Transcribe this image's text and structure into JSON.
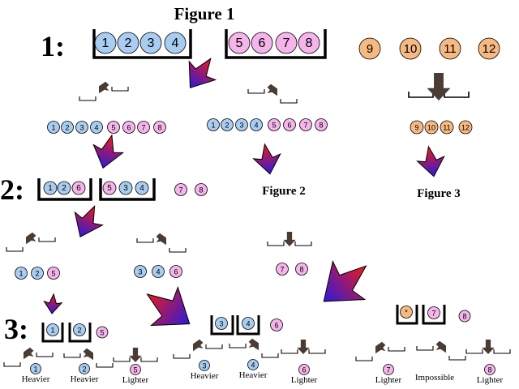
{
  "colors": {
    "blue": "#a9cdf0",
    "pink": "#f5b4ea",
    "orange": "#f7b982",
    "dark": "#4a3b33",
    "arrow_top": "#ee1a1a",
    "arrow_bottom": "#2c1adb"
  },
  "titles": {
    "fig1": "Figure 1",
    "fig2": "Figure 2",
    "fig3": "Figure 3"
  },
  "steps": {
    "s1": "1:",
    "s2": "2:",
    "s3": "3:"
  },
  "weighing1": {
    "left_pan": [
      "1",
      "2",
      "3",
      "4"
    ],
    "right_pan": [
      "5",
      "6",
      "7",
      "8"
    ],
    "off_scale": [
      "9",
      "10",
      "11",
      "12"
    ]
  },
  "row_fig1": {
    "balls": [
      "1",
      "2",
      "3",
      "4",
      "5",
      "6",
      "7",
      "8"
    ]
  },
  "row_fig2": {
    "balls": [
      "1",
      "2",
      "3",
      "4",
      "5",
      "6",
      "7",
      "8"
    ]
  },
  "row_fig3": {
    "balls": [
      "9",
      "10",
      "11",
      "12"
    ]
  },
  "weighing2": {
    "left_pan": [
      "1",
      "2",
      "6"
    ],
    "right_pan": [
      "5",
      "3",
      "4"
    ],
    "off_scale": [
      "7",
      "8"
    ]
  },
  "row3_a": {
    "balls": [
      "1",
      "2",
      "5"
    ]
  },
  "row3_b": {
    "balls": [
      "3",
      "4",
      "6"
    ]
  },
  "row3_c": {
    "balls": [
      "7",
      "8"
    ]
  },
  "weighing3_a": {
    "left_pan": [
      "1"
    ],
    "right_pan": [
      "2"
    ],
    "off_scale": [
      "5"
    ]
  },
  "weighing3_b": {
    "left_pan": [
      "3"
    ],
    "right_pan": [
      "4"
    ],
    "off_scale": [
      "6"
    ]
  },
  "weighing3_c": {
    "left_pan": [
      "*"
    ],
    "right_pan": [
      "7"
    ],
    "off_scale": [
      "8"
    ]
  },
  "outcomes": [
    {
      "ball": "1",
      "label": "Heavier"
    },
    {
      "ball": "2",
      "label": "Heavier"
    },
    {
      "ball": "5",
      "label": "Lighter"
    },
    {
      "ball": "3",
      "label": "Heavier"
    },
    {
      "ball": "4",
      "label": "Heavier"
    },
    {
      "ball": "6",
      "label": "Lighter"
    },
    {
      "ball": "7",
      "label": "Lighter"
    },
    {
      "ball": "",
      "label": "Impossible"
    },
    {
      "ball": "8",
      "label": "Lighter"
    }
  ]
}
